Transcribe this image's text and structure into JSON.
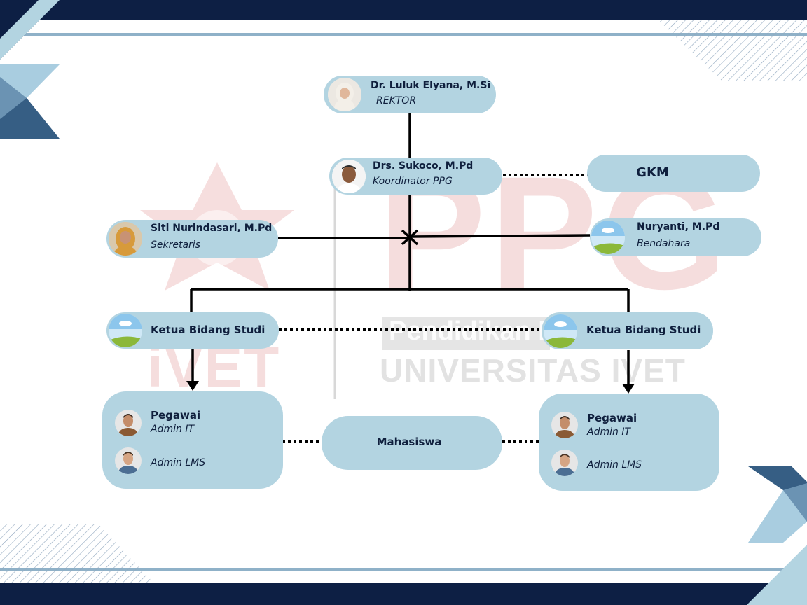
{
  "watermark": {
    "logo_text": "iVET",
    "title": "PPG",
    "subtitle": "Pendidikan P",
    "university": "UNIVERSITAS IVET"
  },
  "nodes": {
    "rektor": {
      "name": "Dr. Luluk Elyana, M.Si",
      "role": "REKTOR"
    },
    "koordinator": {
      "name": "Drs. Sukoco, M.Pd",
      "role": "Koordinator PPG"
    },
    "gkm": {
      "label": "GKM"
    },
    "sekretaris": {
      "name": "Siti Nurindasari, M.Pd",
      "role": "Sekretaris"
    },
    "bendahara": {
      "name": "Nuryanti, M.Pd",
      "role": "Bendahara"
    },
    "ketua_left": {
      "label": "Ketua Bidang Studi"
    },
    "ketua_right": {
      "label": "Ketua Bidang Studi"
    },
    "pegawai_left": {
      "title": "Pegawai",
      "role1": "Admin IT",
      "role2": "Admin LMS"
    },
    "pegawai_right": {
      "title": "Pegawai",
      "role1": "Admin IT",
      "role2": "Admin LMS"
    },
    "mahasiswa": {
      "label": "Mahasiswa"
    }
  },
  "colors": {
    "navy": "#0d1f44",
    "pill": "#b3d4e1",
    "accent": "#6b93b3",
    "watermark_red": "#e4a0a0"
  }
}
